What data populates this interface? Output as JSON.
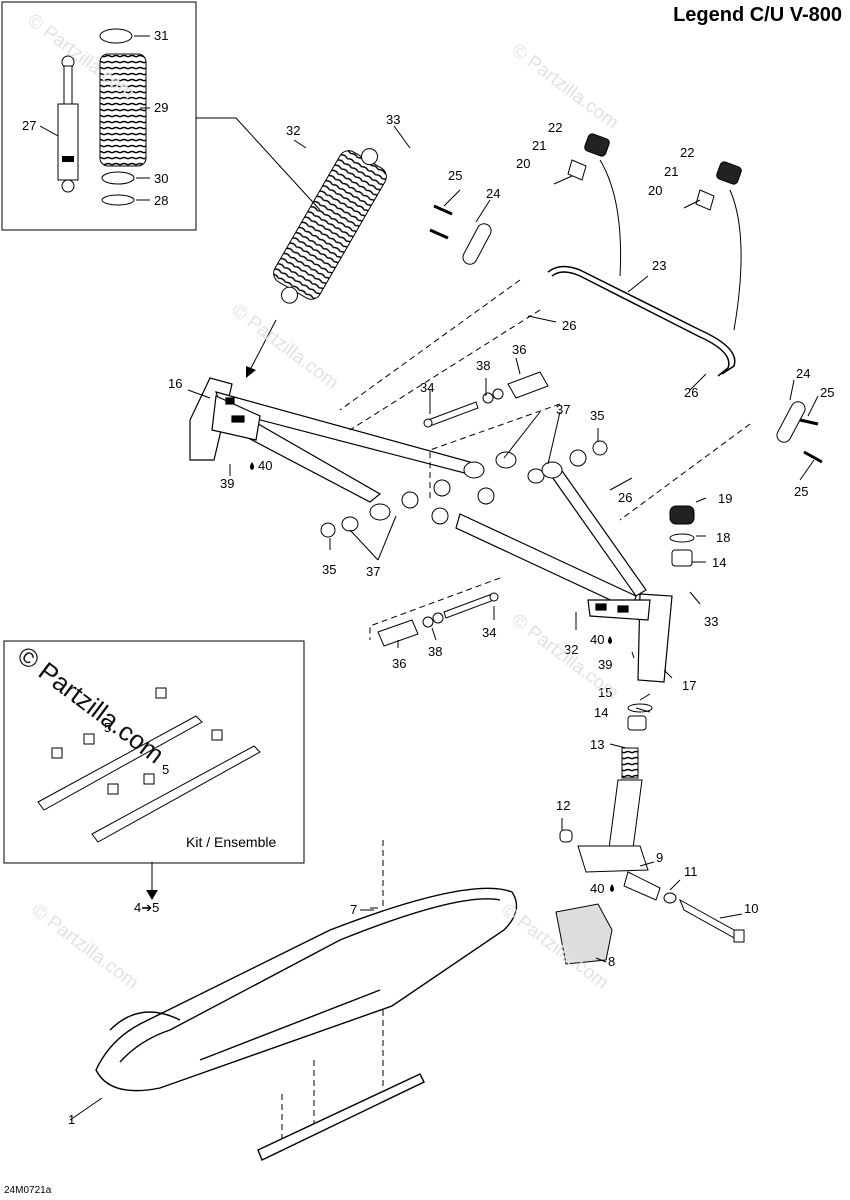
{
  "title": "Legend C/U V-800",
  "drawing_code": "24M0721a",
  "watermark_main": "© Partzilla.com",
  "watermark_faint": "© Partzilla.com",
  "kit_label": "Kit / Ensemble",
  "callouts": {
    "c1": "1",
    "c4to5": "4➔5",
    "c5a": "5",
    "c5b": "5",
    "c7": "7",
    "c8": "8",
    "c9": "9",
    "c10": "10",
    "c11": "11",
    "c12": "12",
    "c13": "13",
    "c14a": "14",
    "c14b": "14",
    "c15": "15",
    "c16": "16",
    "c17": "17",
    "c18": "18",
    "c19": "19",
    "c20a": "20",
    "c20b": "20",
    "c21a": "21",
    "c21b": "21",
    "c22a": "22",
    "c22b": "22",
    "c23": "23",
    "c24a": "24",
    "c24b": "24",
    "c25a": "25",
    "c25b": "25",
    "c25c": "25",
    "c26a": "26",
    "c26b": "26",
    "c26c": "26",
    "c27": "27",
    "c28": "28",
    "c29": "29",
    "c30": "30",
    "c31": "31",
    "c32a": "32",
    "c32b": "32",
    "c33a": "33",
    "c33b": "33",
    "c34a": "34",
    "c34b": "34",
    "c35a": "35",
    "c35b": "35",
    "c36a": "36",
    "c36b": "36",
    "c37a": "37",
    "c37b": "37",
    "c38a": "38",
    "c38b": "38",
    "c39a": "39",
    "c39b": "39",
    "c40a": "40",
    "c40b": "40",
    "c40c": "40"
  }
}
